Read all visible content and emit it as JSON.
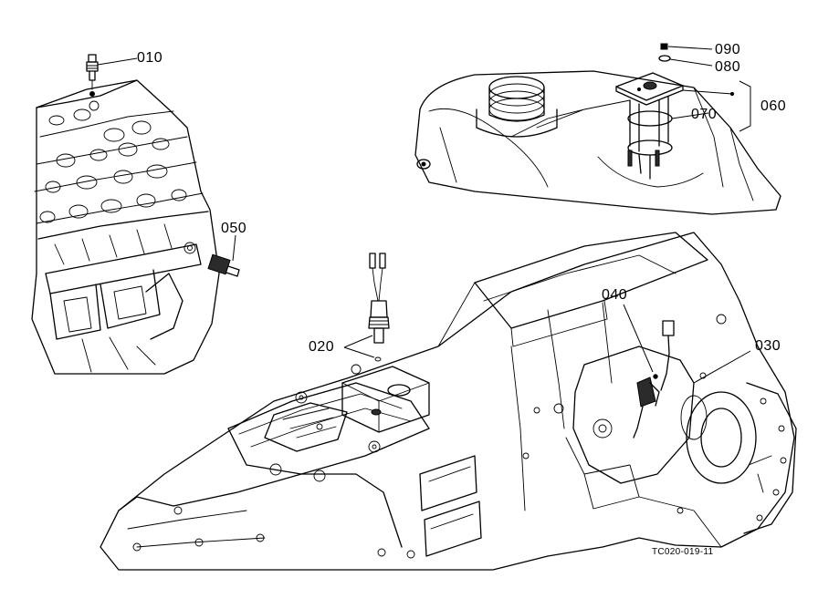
{
  "diagram": {
    "callouts": {
      "c010": "010",
      "c020": "020",
      "c030": "030",
      "c040": "040",
      "c050": "050",
      "c060": "060",
      "c070": "070",
      "c080": "080",
      "c090": "090"
    },
    "figure_code": "TC020-019-11"
  },
  "colors": {
    "ink": "#000000",
    "paper": "#ffffff"
  }
}
